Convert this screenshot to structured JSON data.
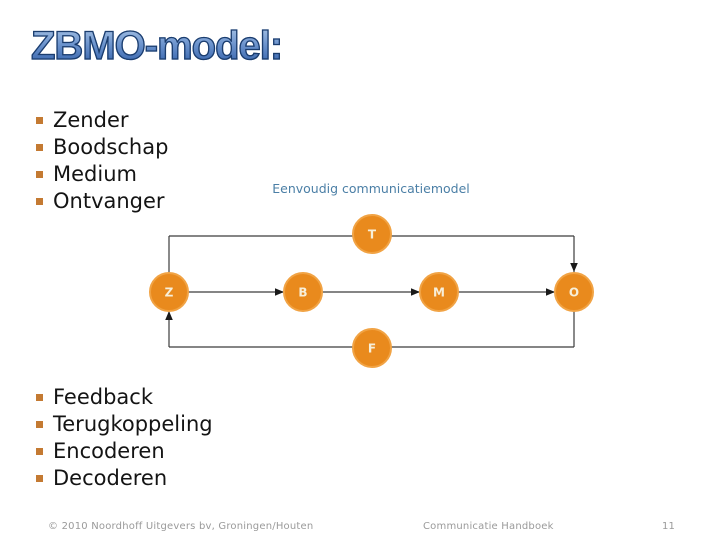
{
  "slide": {
    "title": "ZBMO-model:",
    "bullets_top": [
      "Zender",
      "Boodschap",
      "Medium",
      "Ontvanger"
    ],
    "bullets_bottom": [
      "Feedback",
      "Terugkoppeling",
      "Encoderen",
      "Decoderen"
    ],
    "footer": {
      "copyright": "© 2010 Noordhoff Uitgevers bv, Groningen/Houten",
      "book_title": "Communicatie Handboek",
      "page_number": "11"
    }
  },
  "diagram": {
    "type": "flow",
    "title": "Eenvoudig communicatiemodel",
    "nodes": [
      {
        "label": "Z"
      },
      {
        "label": "B"
      },
      {
        "label": "M"
      },
      {
        "label": "O"
      },
      {
        "label": "T"
      },
      {
        "label": "F"
      }
    ],
    "edges": [
      "Z -> B",
      "B -> M",
      "M -> O",
      "Z -> T -> O (top path)",
      "O -> F -> Z (bottom feedback path)"
    ],
    "colors": {
      "node_fill": "#E98A1D",
      "node_rim": "#F1A344",
      "node_label": "#F7EFD9",
      "line": "#3C3C3C",
      "arrowhead": "#1A1A1A",
      "diagram_title": "#4B7FA6",
      "bullet_square": "#C47A32",
      "title_gradient_top": "#AFC9E8",
      "title_gradient_bottom": "#2B5AA6",
      "title_outline": "#1B3D6E",
      "footer_gray": "#9A9A9A"
    }
  }
}
